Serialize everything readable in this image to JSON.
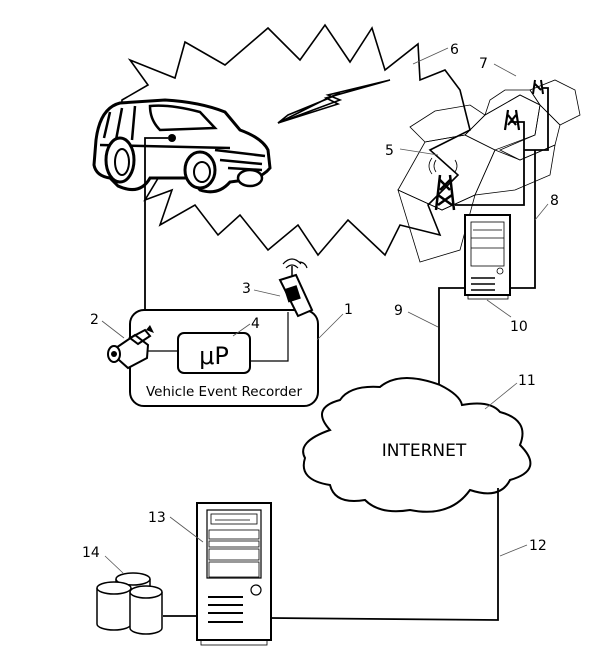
{
  "diagram": {
    "title": "Vehicle Event Recorder communication system",
    "components": {
      "recorder": {
        "ref": "1",
        "label": "Vehicle Event Recorder"
      },
      "camera": {
        "ref": "2"
      },
      "phone": {
        "ref": "3"
      },
      "processor": {
        "ref": "4",
        "label": "μP"
      },
      "tower": {
        "ref": "5"
      },
      "wireless_link": {
        "ref": "6"
      },
      "cell_network": {
        "ref": "7"
      },
      "link_towers_server": {
        "ref": "8"
      },
      "link_server_internet": {
        "ref": "9"
      },
      "gateway_server": {
        "ref": "10"
      },
      "internet": {
        "ref": "11",
        "label": "INTERNET"
      },
      "link_internet_server": {
        "ref": "12"
      },
      "data_server": {
        "ref": "13"
      },
      "database": {
        "ref": "14"
      }
    }
  }
}
